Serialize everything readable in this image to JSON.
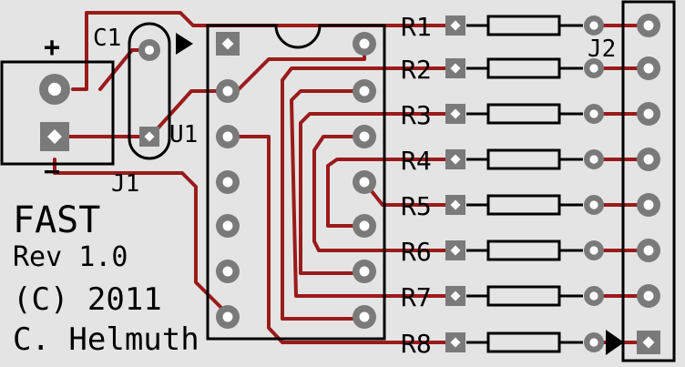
{
  "labels": {
    "c1": "C1",
    "u1": "U1",
    "j1": "J1",
    "j2": "J2",
    "plus": "+",
    "minus": "−",
    "resistors": [
      "R1",
      "R2",
      "R3",
      "R4",
      "R5",
      "R6",
      "R7",
      "R8"
    ]
  },
  "credits": {
    "line1": "FAST",
    "line2": "Rev 1.0",
    "line3": "(C) 2011",
    "line4": "C. Helmuth"
  },
  "colors": {
    "board": "#e4e4e4",
    "copper_trace": "#9a1b1b",
    "pad": "#7a7a7a",
    "silkscreen": "#000000"
  }
}
